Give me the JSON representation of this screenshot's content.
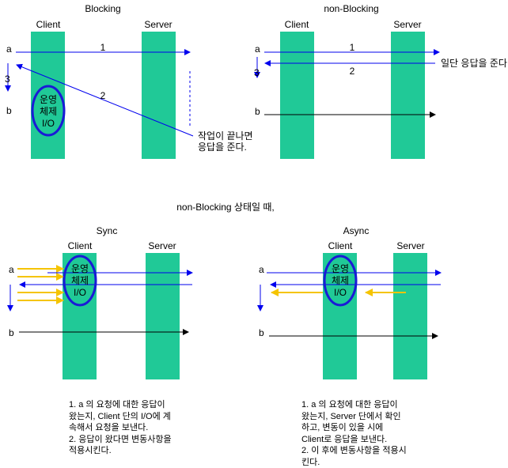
{
  "blocking": {
    "title": "Blocking",
    "client": "Client",
    "server": "Server",
    "row_a": "a",
    "row_b": "b",
    "step1": "1",
    "step2": "2",
    "step3": "3",
    "os_line1": "운영",
    "os_line2": "체제",
    "os_line3": "I/O",
    "note_line1": "작업이 끝나면",
    "note_line2": "응답을 준다."
  },
  "nonblocking": {
    "title": "non-Blocking",
    "client": "Client",
    "server": "Server",
    "row_a": "a",
    "row_b": "b",
    "step1": "1",
    "step2": "2",
    "step3": "3",
    "note": "일단 응답을 준다."
  },
  "section_title": "non-Blocking 상태일 때,",
  "sync": {
    "title": "Sync",
    "client": "Client",
    "server": "Server",
    "row_a": "a",
    "row_b": "b",
    "os_line1": "운영",
    "os_line2": "체제",
    "os_line3": "I/O",
    "description": "1. a 의 요청에 대한 응답이\n왔는지, Client 단의 I/O에 계\n속해서 요청을 보낸다.\n2. 응답이 왔다면 변동사항을\n적용시킨다."
  },
  "async": {
    "title": "Async",
    "client": "Client",
    "server": "Server",
    "row_a": "a",
    "row_b": "b",
    "os_line1": "운영",
    "os_line2": "체제",
    "os_line3": "I/O",
    "description": "1. a 의 요청에 대한 응답이\n왔는지, Server 단에서 확인\n하고, 변동이 있을 시에\nClient로 응답을 보낸다.\n2. 이 후에 변동사항을 적용시\n킨다."
  },
  "colors": {
    "column": "#20c997",
    "blue": "#0000ee",
    "ellipse": "#1a1ad6",
    "orange": "#f5c400",
    "black": "#000000"
  }
}
